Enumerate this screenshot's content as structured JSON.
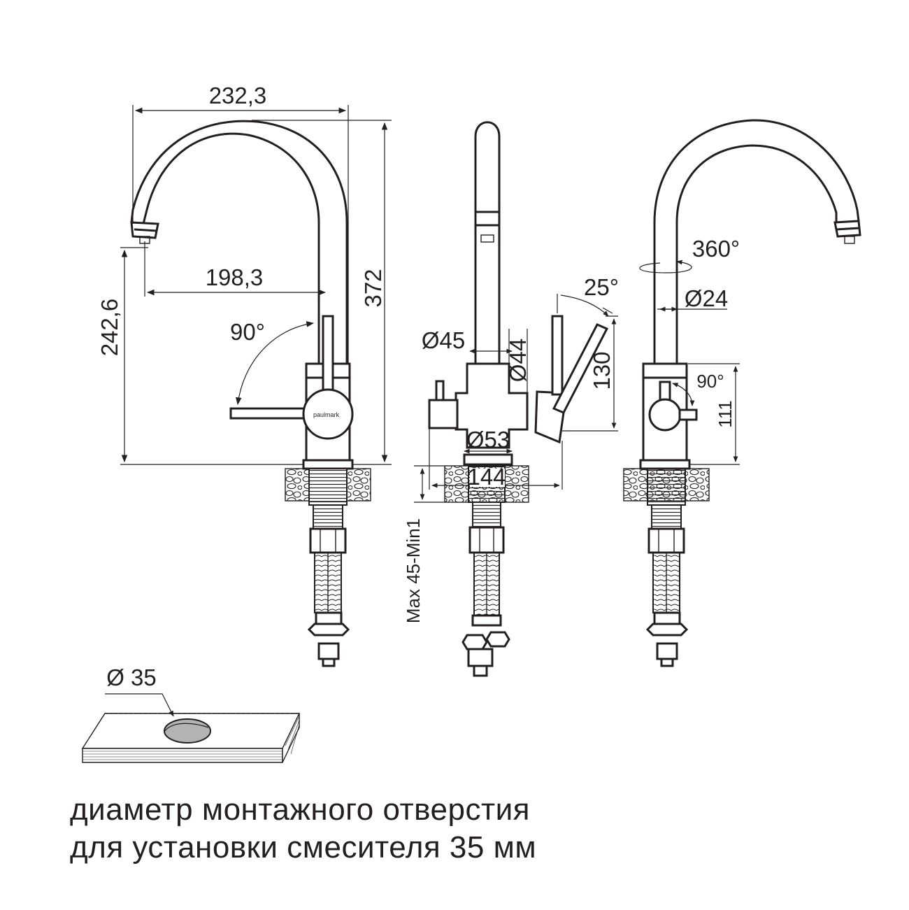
{
  "dimensions": {
    "spout_reach": "232,3",
    "total_height": "372",
    "spout_height": "242,6",
    "spout_reach_axis": "198,3",
    "handle_angle_front": "90°",
    "body_diameter_top": "Ø45",
    "body_diameter": "Ø44",
    "base_diameter": "Ø53",
    "lever_angle": "25°",
    "lever_height": "130",
    "base_width": "144",
    "countertop_thickness": "Max 45-Min1",
    "swivel_angle": "360°",
    "spout_diameter": "Ø24",
    "handle_angle_side": "90°",
    "handle_height": "111",
    "hole_diameter": "Ø 35"
  },
  "brand": "paulmark",
  "caption": {
    "line1": "диаметр монтажного отверстия",
    "line2": "для установки смесителя 35 мм"
  },
  "colors": {
    "ink": "#231f20",
    "hole_fill": "#b3b3b3"
  }
}
